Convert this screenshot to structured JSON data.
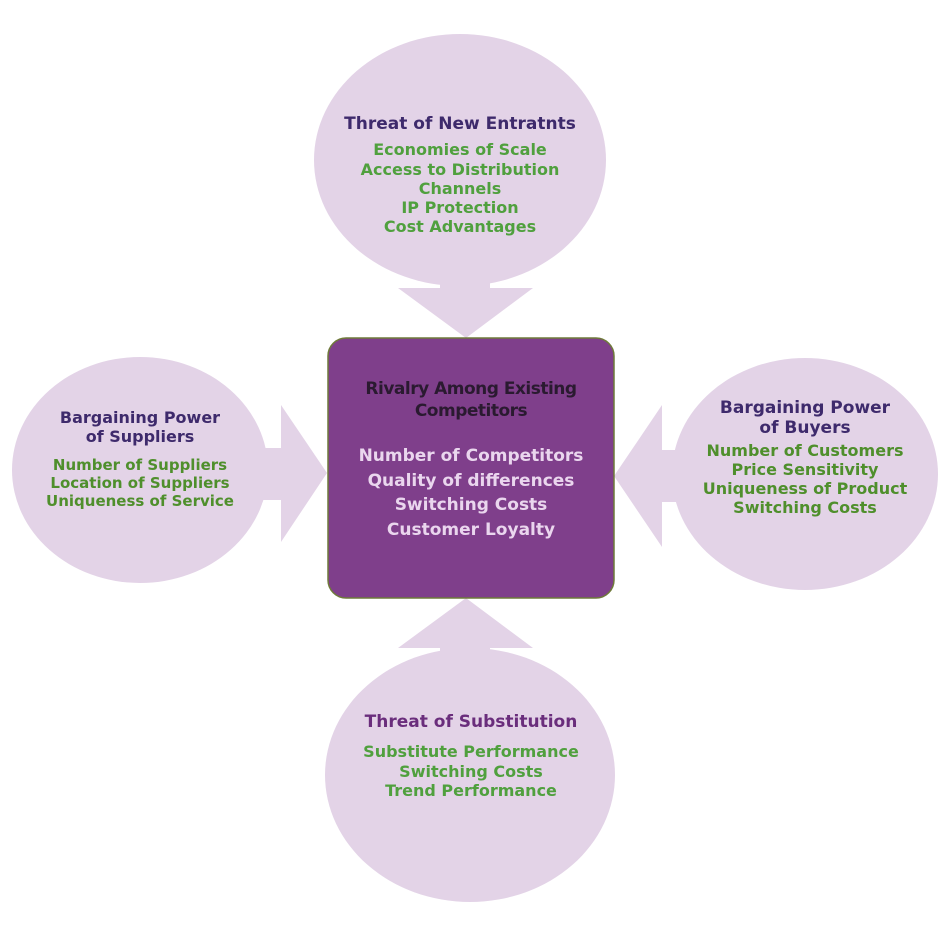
{
  "colors": {
    "bubble_fill": "#e3d3e7",
    "core_fill": "#7f3f8b",
    "title_purple": "#3e2a6c",
    "item_green": "#50a03e",
    "core_text": "#ead6ee"
  },
  "center": {
    "title": [
      "Rivalry Among Existing",
      "Competitors"
    ],
    "items": [
      "Number of Competitors",
      "Quality of differences",
      "Switching Costs",
      "Customer Loyalty"
    ]
  },
  "top": {
    "title": "Threat of New Entratnts",
    "items": [
      "Economies of Scale",
      "Access to Distribution",
      "Channels",
      "IP Protection",
      "Cost Advantages"
    ]
  },
  "left": {
    "title": [
      "Bargaining Power",
      "of Suppliers"
    ],
    "items": [
      "Number of Suppliers",
      "Location of Suppliers",
      "Uniqueness of Service"
    ]
  },
  "right": {
    "title": [
      "Bargaining Power",
      "of Buyers"
    ],
    "items": [
      "Number of Customers",
      "Price Sensitivity",
      "Uniqueness of Product",
      "Switching Costs"
    ]
  },
  "bottom": {
    "title": "Threat of Substitution",
    "items": [
      "Substitute Performance",
      "Switching Costs",
      "Trend Performance"
    ]
  }
}
